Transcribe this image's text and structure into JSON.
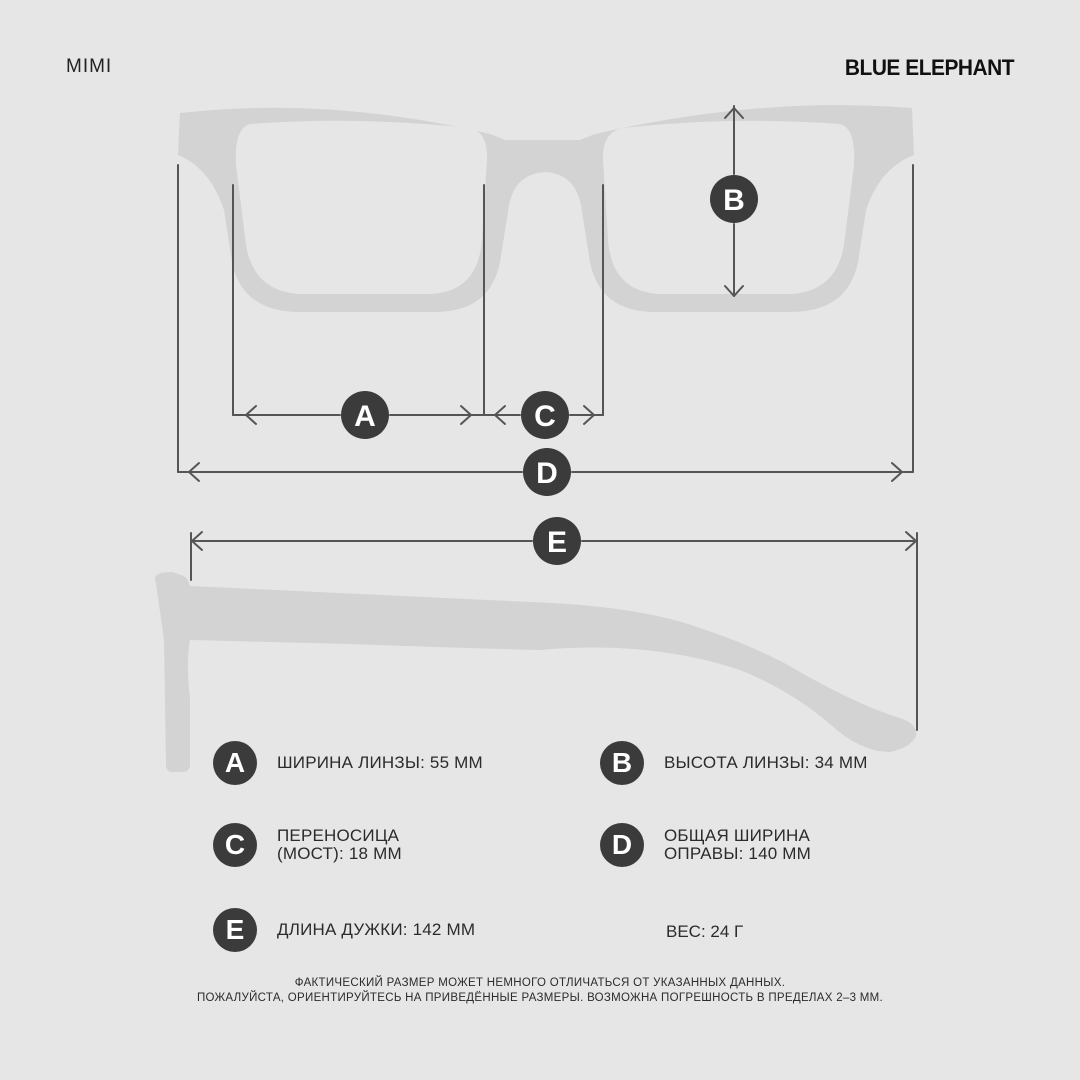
{
  "header": {
    "model_name": "MIMI",
    "brand": "BLUE ELEPHANT"
  },
  "diagram": {
    "markers": {
      "a": "A",
      "b": "B",
      "c": "C",
      "d": "D",
      "e": "E"
    },
    "colors": {
      "background": "#e6e6e6",
      "frame": "#d3d3d3",
      "line": "#555555",
      "badge": "#3b3b3b"
    }
  },
  "legend": [
    {
      "letter": "A",
      "text": "ШИРИНА ЛИНЗЫ: 55 ММ"
    },
    {
      "letter": "B",
      "text": "ВЫСОТА ЛИНЗЫ: 34 ММ"
    },
    {
      "letter": "C",
      "text": "ПЕРЕНОСИЦА\n(МОСТ): 18 ММ"
    },
    {
      "letter": "D",
      "text": "ОБЩАЯ ШИРИНА\nОПРАВЫ: 140 ММ"
    },
    {
      "letter": "E",
      "text": "ДЛИНА ДУЖКИ: 142 ММ"
    }
  ],
  "weight": "ВЕС: 24 Г",
  "disclaimer": {
    "line1": "ФАКТИЧЕСКИЙ РАЗМЕР МОЖЕТ НЕМНОГО ОТЛИЧАТЬСЯ ОТ УКАЗАННЫХ ДАННЫХ.",
    "line2": "ПОЖАЛУЙСТА, ОРИЕНТИРУЙТЕСЬ НА ПРИВЕДЁННЫЕ РАЗМЕРЫ. ВОЗМОЖНА ПОГРЕШНОСТЬ В ПРЕДЕЛАХ 2–3 ММ."
  }
}
